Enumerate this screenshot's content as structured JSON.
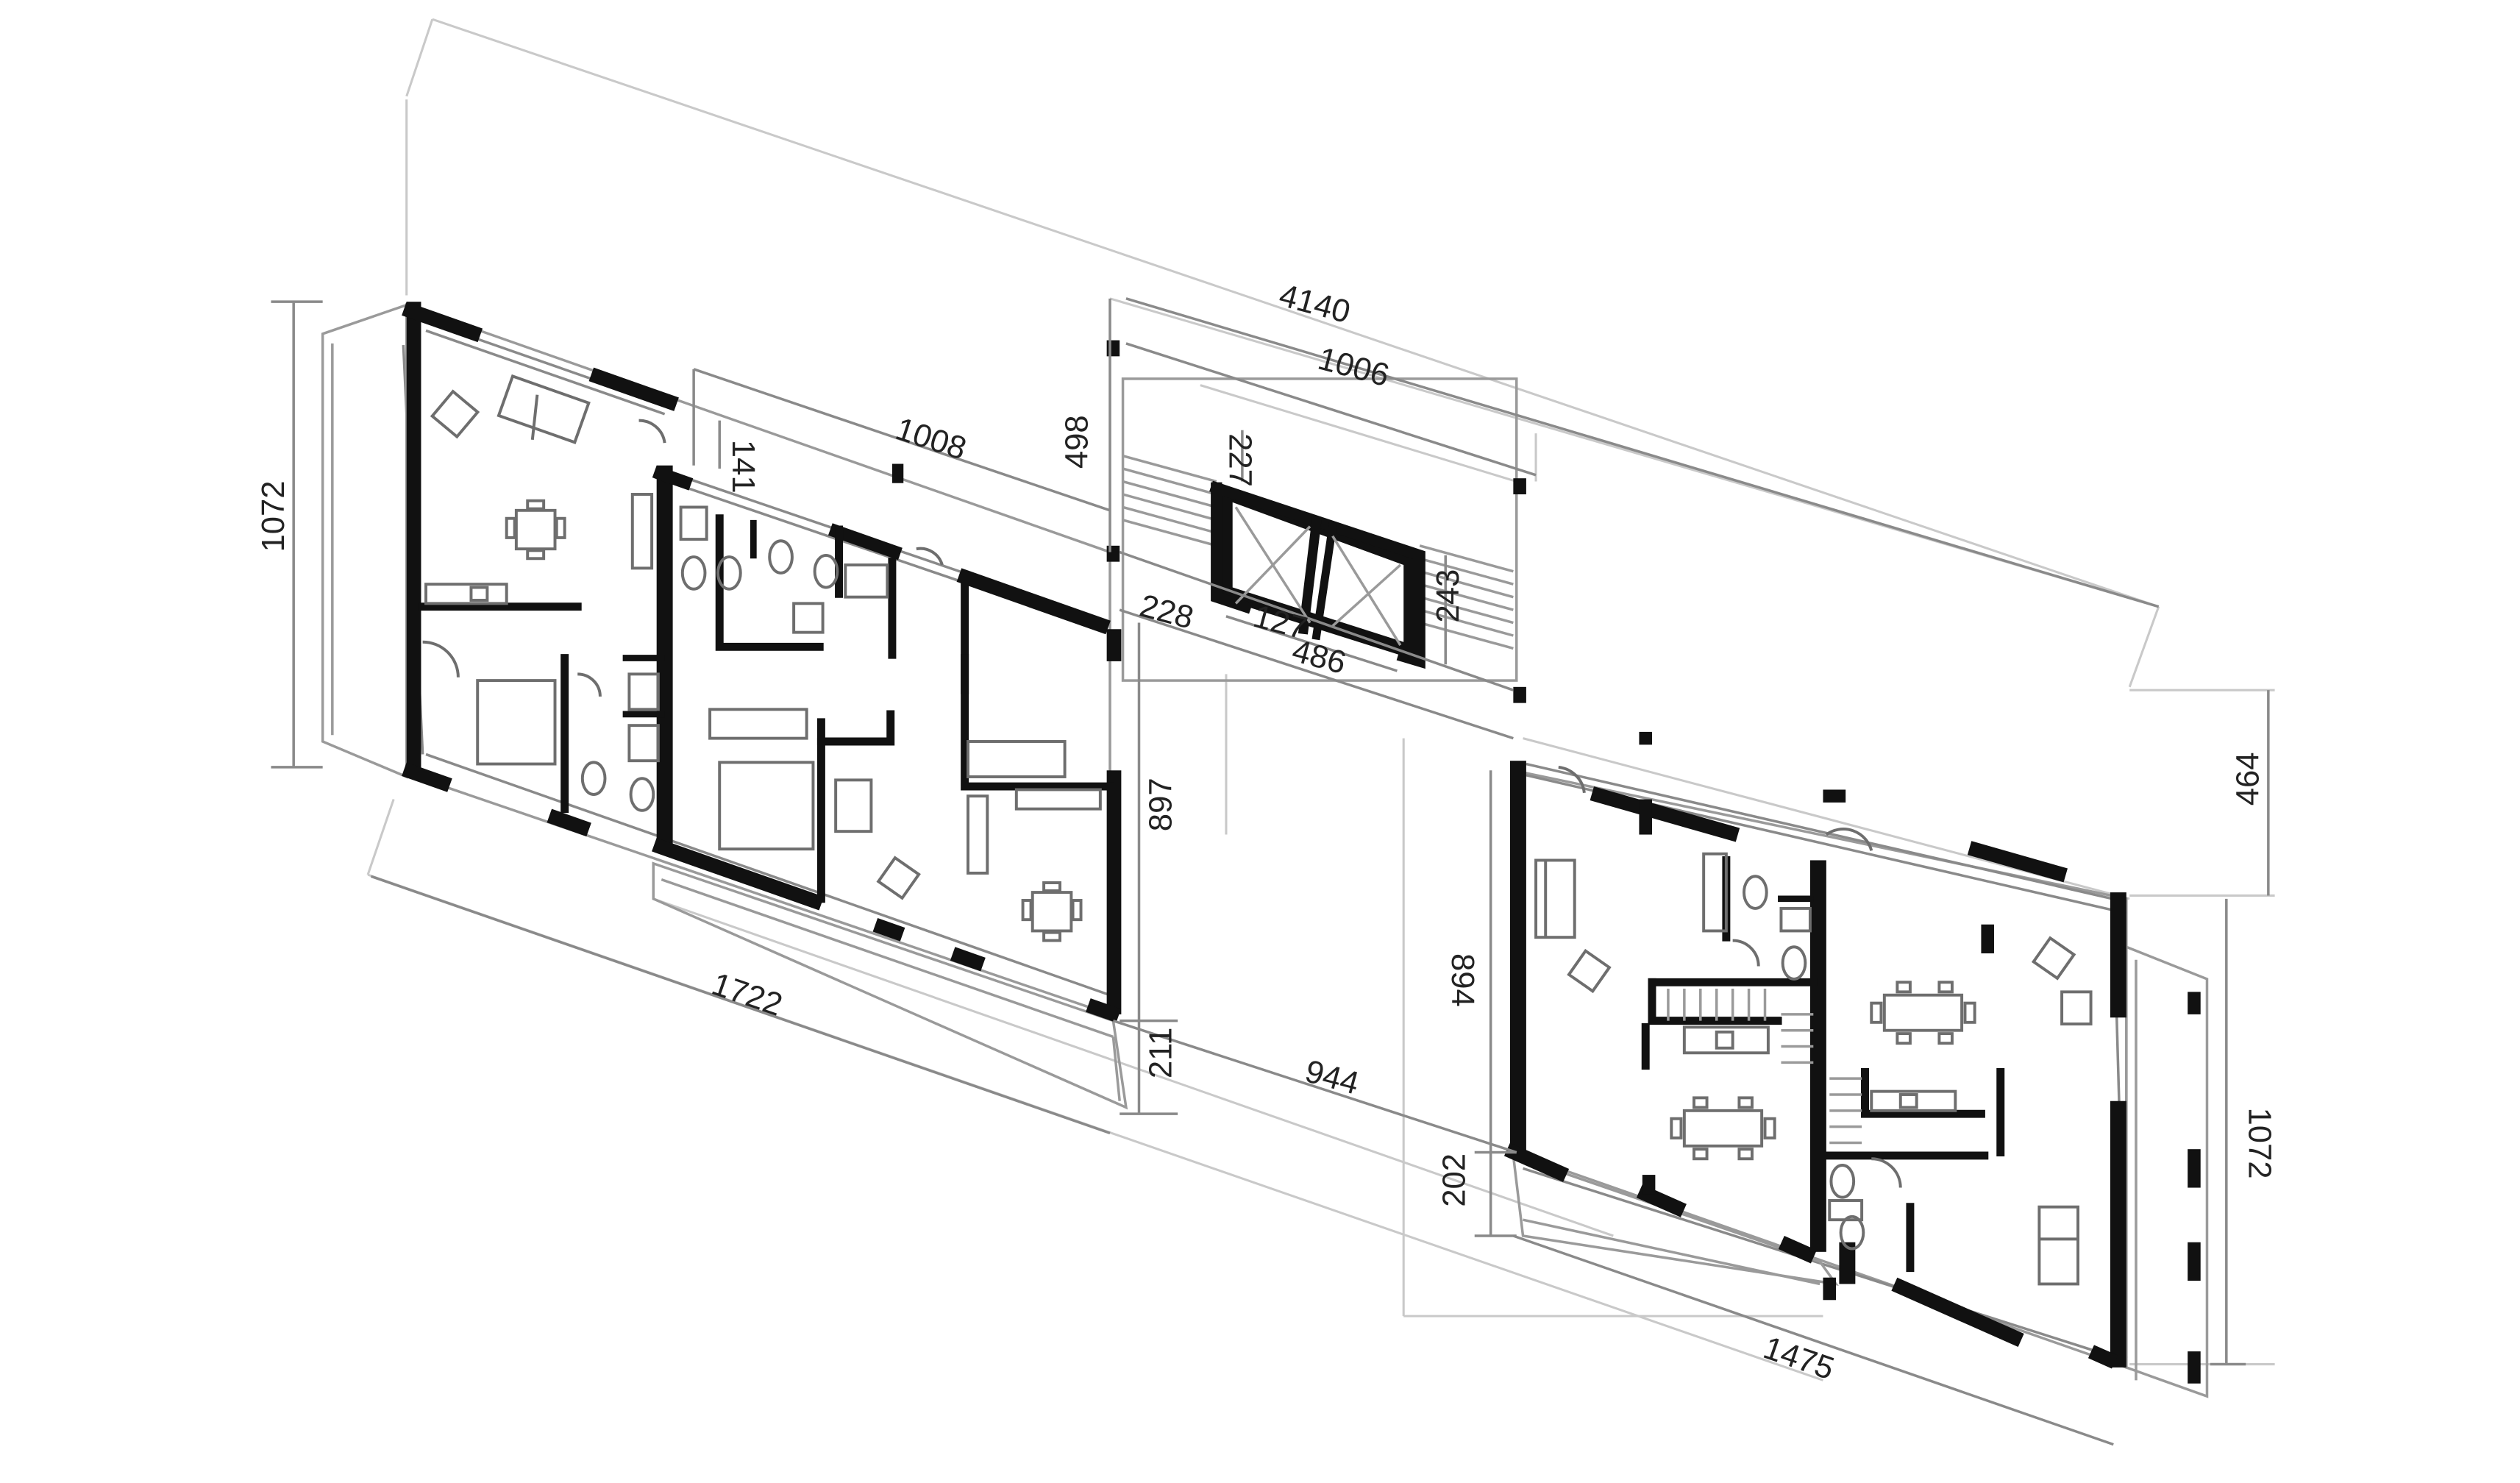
{
  "drawing": {
    "type": "architectural floor plan",
    "colors": {
      "wall": "#111111",
      "dimension_line": "#8a8a8a",
      "furniture": "#6e6e6e",
      "background": "#ffffff"
    }
  },
  "dimensions": {
    "overall_top": "4140",
    "core_width_top": "1006",
    "west_block_top": "1008",
    "west_recess": "141",
    "core_depth_left": "498",
    "core_stair_offset": "227",
    "core_gap": "228",
    "core_lift": "127",
    "core_lift_depth": "243",
    "core_width_bottom": "486",
    "west_height_left": "1072",
    "west_unit_depth": "897",
    "west_balcony": "211",
    "west_length_bottom": "1722",
    "middle_gap": "944",
    "east_unit_depth": "894",
    "east_balcony": "202",
    "east_height_right": "1072",
    "east_recess_right": "464",
    "east_length_bottom": "1475"
  }
}
